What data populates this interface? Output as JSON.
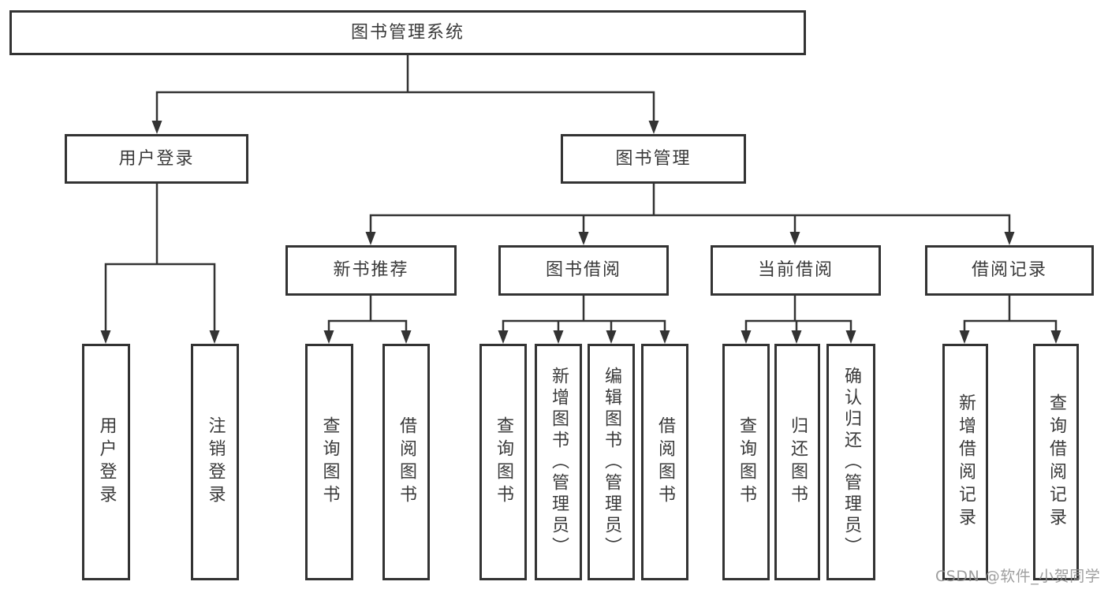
{
  "diagram": {
    "root": {
      "label": "图书管理系统"
    },
    "level2": [
      {
        "label": "用户登录"
      },
      {
        "label": "图书管理"
      }
    ],
    "level3": [
      {
        "label": "新书推荐",
        "parent": "图书管理"
      },
      {
        "label": "图书借阅",
        "parent": "图书管理"
      },
      {
        "label": "当前借阅",
        "parent": "图书管理"
      },
      {
        "label": "借阅记录",
        "parent": "图书管理"
      }
    ],
    "leaves": [
      {
        "label": "用户登录",
        "parent": "用户登录"
      },
      {
        "label": "注销登录",
        "parent": "用户登录"
      },
      {
        "label": "查询图书",
        "parent": "新书推荐"
      },
      {
        "label": "借阅图书",
        "parent": "新书推荐"
      },
      {
        "label": "查询图书",
        "parent": "图书借阅"
      },
      {
        "label": "新增图书（管理员）",
        "parent": "图书借阅"
      },
      {
        "label": "编辑图书（管理员）",
        "parent": "图书借阅"
      },
      {
        "label": "借阅图书",
        "parent": "图书借阅"
      },
      {
        "label": "查询图书",
        "parent": "当前借阅"
      },
      {
        "label": "归还图书",
        "parent": "当前借阅"
      },
      {
        "label": "确认归还（管理员）",
        "parent": "当前借阅"
      },
      {
        "label": "新增借阅记录",
        "parent": "借阅记录"
      },
      {
        "label": "查询借阅记录",
        "parent": "借阅记录"
      }
    ]
  },
  "watermark": {
    "text": "CSDN @软件_小贺同学"
  },
  "colors": {
    "line": "#333333",
    "node_border": "#333333",
    "text": "#3a3a3a",
    "watermark": "#919191",
    "background": "#ffffff"
  }
}
